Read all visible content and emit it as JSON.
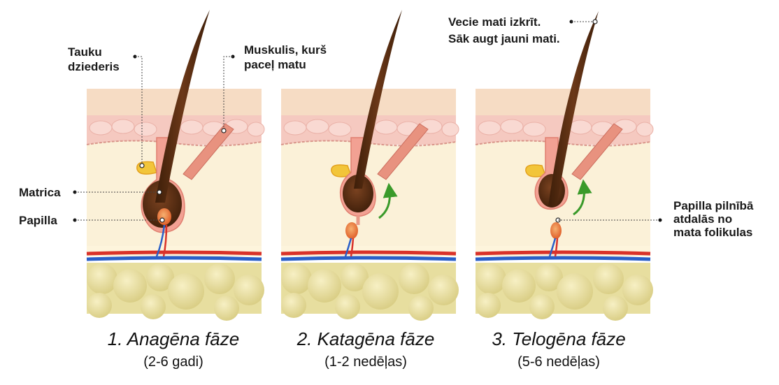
{
  "phases": [
    {
      "title": "1. Anagēna fāze",
      "subtitle": "(2-6 gadi)"
    },
    {
      "title": "2. Katagēna fāze",
      "subtitle": "(1-2 nedēļas)"
    },
    {
      "title": "3. Telogēna fāze",
      "subtitle": "(5-6 nedēļas)"
    }
  ],
  "labels": {
    "sebaceous": [
      "Tauku",
      "dziederis"
    ],
    "muscle": [
      "Muskulis, kurš",
      "paceļ matu"
    ],
    "matrix": "Matrica",
    "papilla": "Papilla",
    "shedding": [
      "Vecie mati izkrīt.",
      "Sāk augt jauni mati."
    ],
    "detached": [
      "Papilla pilnībā",
      "atdalās no",
      "mata folikulas"
    ]
  },
  "colors": {
    "epidermis": "#f6dcc4",
    "dermis_pink": "#f5c9c0",
    "dermis_cream": "#fbf1d8",
    "fat": "#e7de9f",
    "hair": "#5a2e12",
    "follicle": "#f2a193",
    "gland": "#f2c53a",
    "artery": "#d9322a",
    "vein": "#2a5fc8",
    "arrow": "#3a9a2a"
  }
}
